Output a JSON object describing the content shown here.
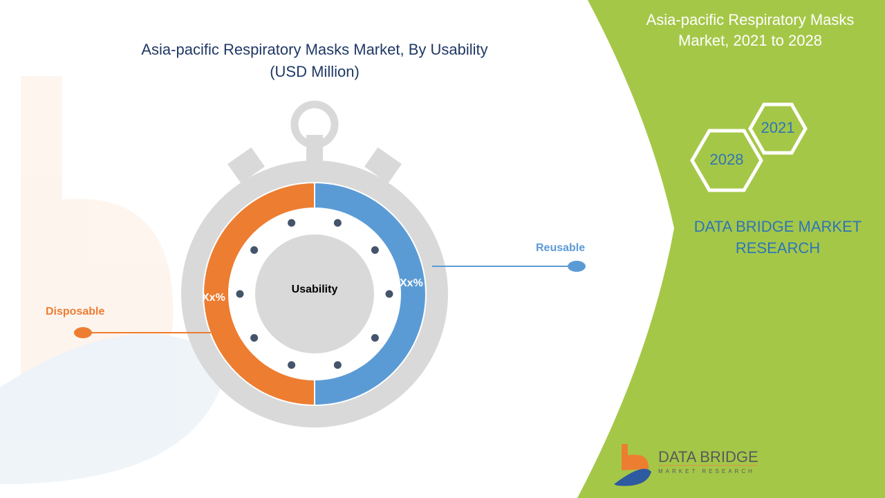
{
  "header": {
    "title_line1": "Asia-pacific Respiratory Masks Market, By Usability",
    "title_line2": "(USD Million)"
  },
  "side_panel": {
    "title": "Asia-pacific Respiratory Masks Market, 2021 to 2028",
    "year_start": "2021",
    "year_end": "2028",
    "brand_text": "DATA BRIDGE MARKET RESEARCH",
    "logo_text": "DATA BRIDGE",
    "logo_subtext": "MARKET RESEARCH"
  },
  "colors": {
    "disposable": "#ed7d31",
    "reusable": "#5b9bd5",
    "panel": "#a5c748",
    "ring": "#d9d9d9"
  },
  "chart_data": {
    "type": "pie",
    "title": "Asia-pacific Respiratory Masks Market, By Usability (USD Million)",
    "center_label": "Usability",
    "categories": [
      "Reusable",
      "Disposable"
    ],
    "values": [
      50,
      50
    ],
    "data_labels": [
      "Xx%",
      "Xx%"
    ]
  }
}
